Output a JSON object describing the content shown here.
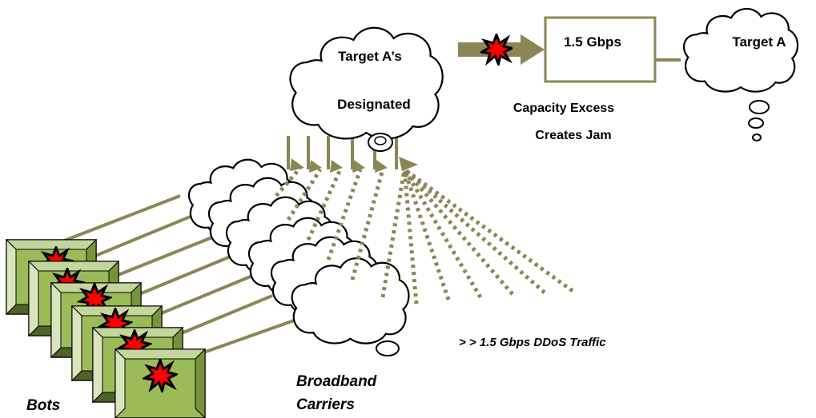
{
  "diagram": {
    "target_cloud": {
      "line1": "Target A’s",
      "line2": "Designated"
    },
    "capacity_box": {
      "label": "1.5 Gbps"
    },
    "target_a_cloud": {
      "label": "Target A"
    },
    "capacity_caption": {
      "line1": "Capacity Excess",
      "line2": "Creates Jam"
    },
    "traffic_label": "> > 1.5 Gbps DDoS Traffic",
    "carriers_label": {
      "line1": "Broadband",
      "line2": "Carriers"
    },
    "bots_label": "Bots"
  },
  "colors": {
    "link": "#8b8655",
    "bot_face": "#9bbb59",
    "bot_frame": "#77933c",
    "burst": "#ff0000",
    "outline": "#000000"
  }
}
